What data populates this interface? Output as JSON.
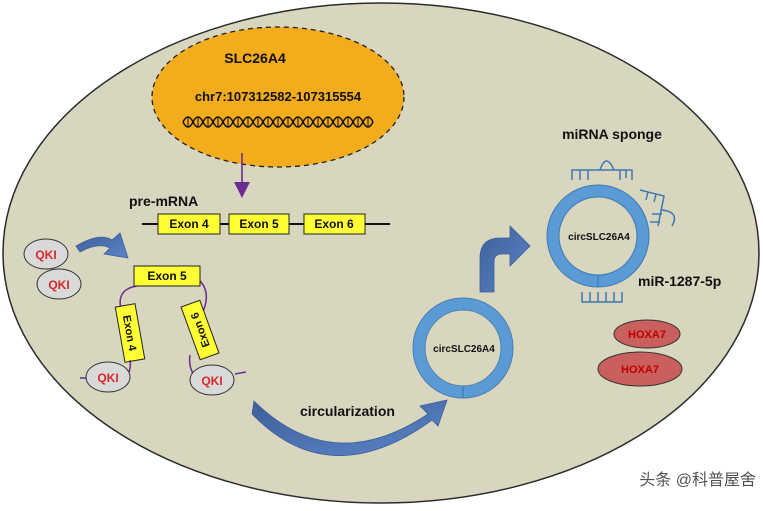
{
  "gene": {
    "name": "SLC26A4",
    "locus": "chr7:107312582-107315554"
  },
  "pre_mrna": {
    "label": "pre-mRNA",
    "exons": [
      "Exon 4",
      "Exon 5",
      "Exon 6"
    ]
  },
  "qki": {
    "label": "QKI"
  },
  "circ": {
    "label": "circSLC26A4"
  },
  "steps": {
    "circularization": "circularization"
  },
  "sponge": {
    "title": "miRNA sponge",
    "mirna": "miR-1287-5p"
  },
  "targets": {
    "hoxa7": "HOXA7"
  },
  "watermark": "头条 @科普屋舍",
  "colors": {
    "cell": "#d8d6bf",
    "gene_ellipse": "#f2ac1c",
    "exon": "#ffff33",
    "qki": "#d9d9d9",
    "qki_text": "#d62a2a",
    "ring": "#5b9bd5",
    "arrow": "#4a72b0",
    "hoxa7": "#c9605e",
    "hoxa7_text": "#c00000",
    "linker": "#6a2c91"
  }
}
